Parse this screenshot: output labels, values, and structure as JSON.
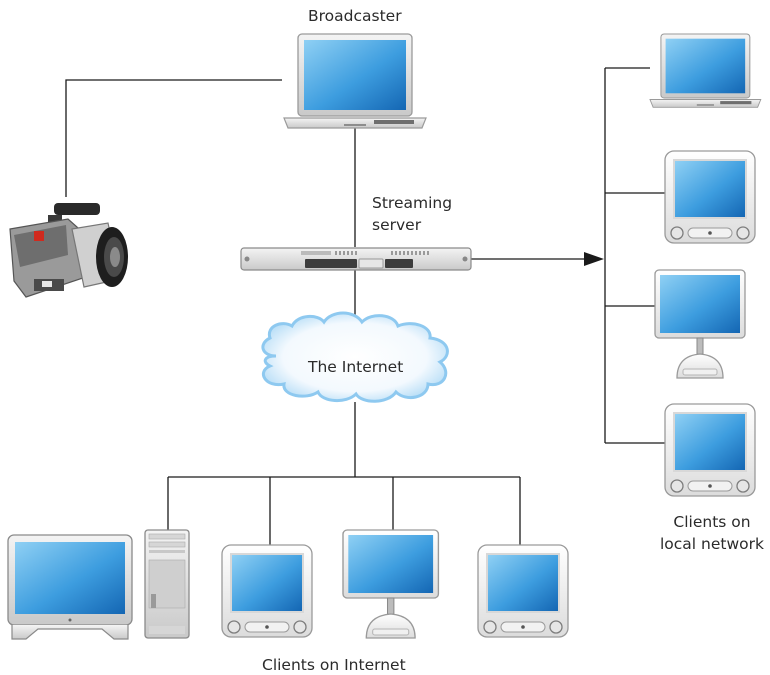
{
  "labels": {
    "broadcaster": "Broadcaster",
    "streaming_server_line1": "Streaming",
    "streaming_server_line2": "server",
    "internet": "The Internet",
    "clients_internet": "Clients on Internet",
    "clients_local_line1": "Clients on",
    "clients_local_line2": "local network"
  },
  "icons": {
    "camera": "video-camera-icon",
    "broadcaster": "laptop-icon",
    "server": "rack-server-icon",
    "cloud": "cloud-icon",
    "local_clients": [
      "laptop-icon",
      "emac-icon",
      "imac-g4-icon",
      "emac-icon"
    ],
    "internet_clients": [
      "cinema-display-icon",
      "tower-pc-icon",
      "emac-icon",
      "imac-g4-icon",
      "emac-icon"
    ]
  },
  "colors": {
    "screen_light": "#7fc8f0",
    "screen_dark": "#1b78c4",
    "line": "#1a1a1a",
    "cloud_edge": "#8ec9f0"
  }
}
